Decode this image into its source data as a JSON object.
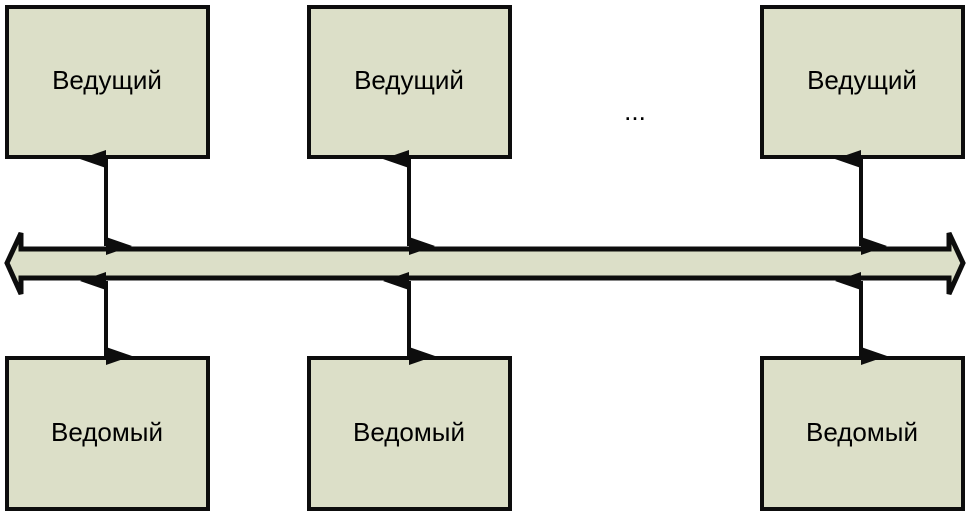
{
  "colors": {
    "fill": "#dcdfc8",
    "stroke": "#0d0d0d"
  },
  "masters": [
    {
      "label": "Ведущий"
    },
    {
      "label": "Ведущий"
    },
    {
      "label": "Ведущий"
    }
  ],
  "slaves": [
    {
      "label": "Ведомый"
    },
    {
      "label": "Ведомый"
    },
    {
      "label": "Ведомый"
    }
  ],
  "ellipsis": "..."
}
